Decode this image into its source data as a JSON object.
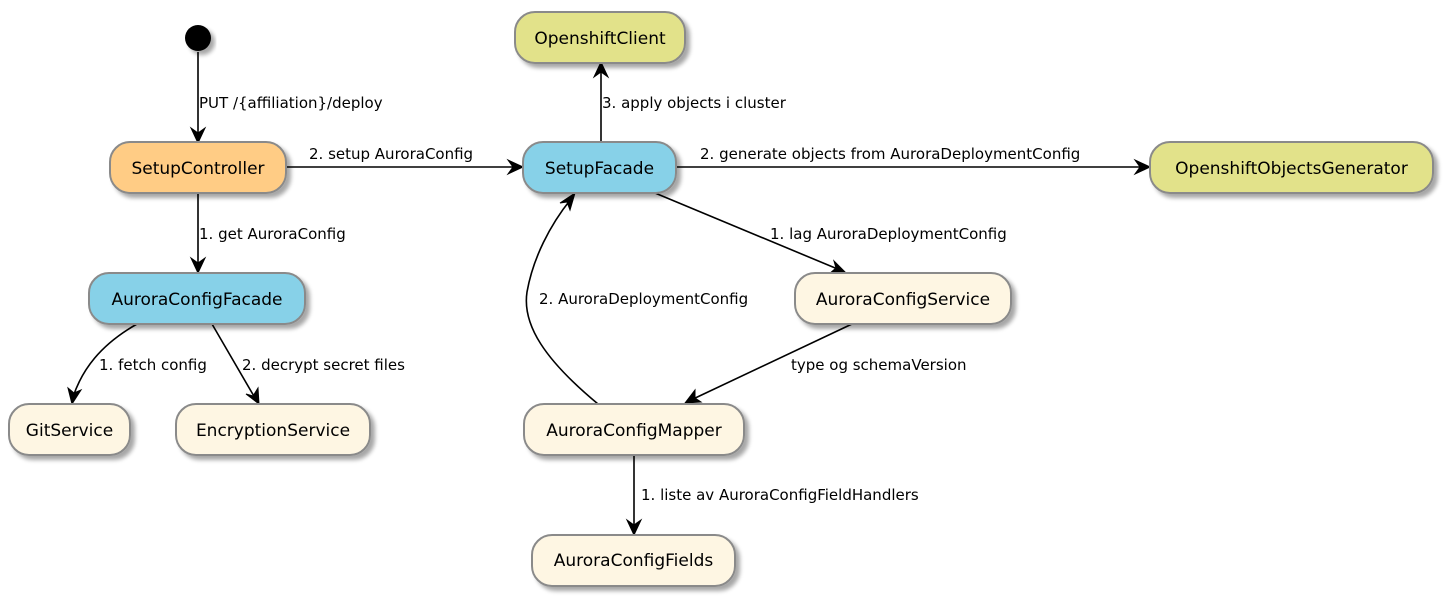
{
  "colors": {
    "controller": "#FFCC85",
    "facade": "#87D1E8",
    "service": "#FEF6E3",
    "client": "#E2E28A",
    "border": "#8A8A8A",
    "line": "#000000"
  },
  "nodes": {
    "setup_controller": "SetupController",
    "aurora_config_facade": "AuroraConfigFacade",
    "git_service": "GitService",
    "encryption_service": "EncryptionService",
    "openshift_client": "OpenshiftClient",
    "setup_facade": "SetupFacade",
    "aurora_config_service": "AuroraConfigService",
    "aurora_config_mapper": "AuroraConfigMapper",
    "aurora_config_fields": "AuroraConfigFields",
    "openshift_objects_generator": "OpenshiftObjectsGenerator"
  },
  "edges": {
    "put_deploy": "PUT /{affiliation}/deploy",
    "get_aurora_config": "1. get AuroraConfig",
    "setup_aurora_config": "2. setup AuroraConfig",
    "fetch_config": "1. fetch config",
    "decrypt_secret_files": "2. decrypt secret files",
    "apply_objects": "3. apply objects i cluster",
    "generate_objects": "2. generate objects from AuroraDeploymentConfig",
    "lag_deployment_config": "1. lag AuroraDeploymentConfig",
    "aurora_deployment_config": "2. AuroraDeploymentConfig",
    "type_schema_version": "type og schemaVersion",
    "liste_field_handlers": "1. liste av AuroraConfigFieldHandlers"
  }
}
